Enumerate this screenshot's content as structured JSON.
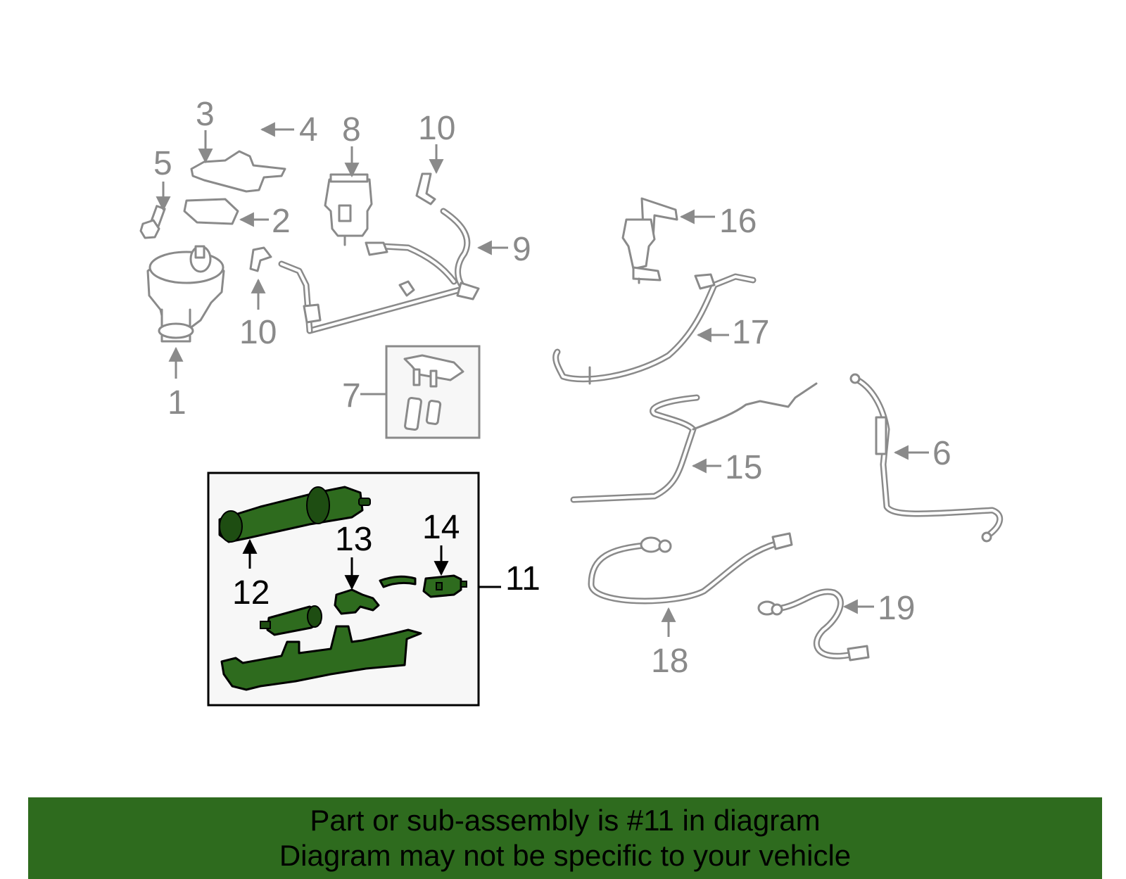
{
  "callouts": {
    "c1": "1",
    "c2": "2",
    "c3": "3",
    "c4": "4",
    "c5": "5",
    "c6": "6",
    "c7": "7",
    "c8": "8",
    "c9": "9",
    "c10a": "10",
    "c10b": "10",
    "c11": "11",
    "c12": "12",
    "c13": "13",
    "c14": "14",
    "c15": "15",
    "c16": "16",
    "c17": "17",
    "c18": "18",
    "c19": "19"
  },
  "banner": {
    "line1": "Part or sub-assembly is #11 in diagram",
    "line2": "Diagram may not be specific to your vehicle"
  },
  "colors": {
    "highlight": "#2e6b1e",
    "part_outline": "#8a8a8a",
    "banner": "#2e6b1e"
  }
}
